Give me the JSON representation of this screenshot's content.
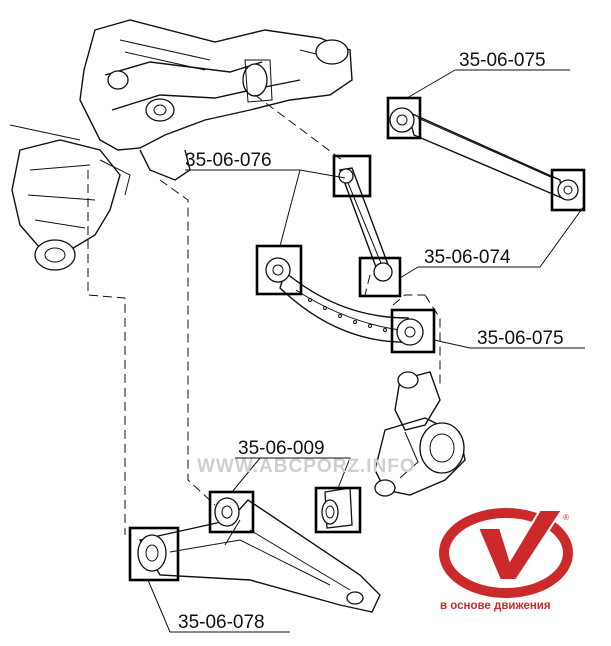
{
  "labels": {
    "upper_right_arm": "35-06-075",
    "upper_link": "35-06-076",
    "vertical_link": "35-06-074",
    "lower_right_bushing": "35-06-075",
    "lower_arm_bushing": "35-06-009",
    "trailing_arm_bushing": "35-06-078"
  },
  "watermark": "WWW.ABCPORZ.INFO",
  "logo": {
    "tagline": "в основе движения",
    "registered_mark": "®",
    "color": "#cc2a2a"
  }
}
